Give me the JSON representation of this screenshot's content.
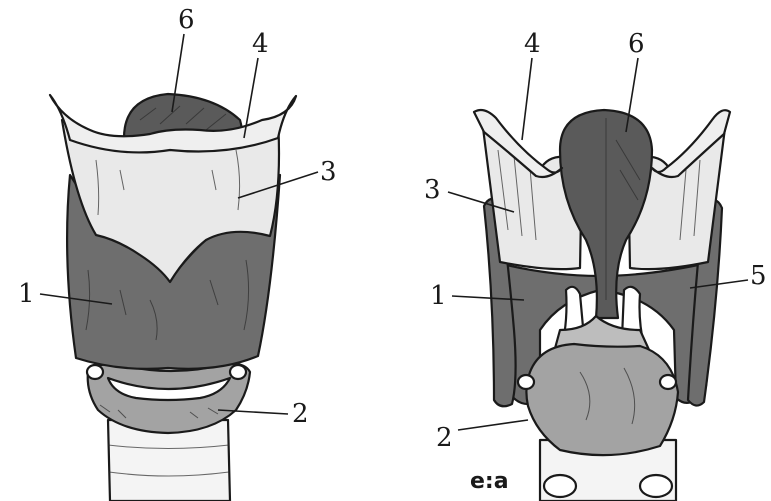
{
  "figure": {
    "colors": {
      "thyroid": "#6e6e6e",
      "cricoid": "#a3a3a3",
      "membrane": "#e9e9e9",
      "epiglottis": "#5a5a5a",
      "arytenoid": "#bdbdbd",
      "outline": "#1a1a1a",
      "trachea": "#f4f4f4"
    },
    "left_view": {
      "labels": [
        {
          "id": "6",
          "text": "6"
        },
        {
          "id": "4",
          "text": "4"
        },
        {
          "id": "3",
          "text": "3"
        },
        {
          "id": "1",
          "text": "1"
        },
        {
          "id": "2",
          "text": "2"
        }
      ]
    },
    "right_view": {
      "labels": [
        {
          "id": "4",
          "text": "4"
        },
        {
          "id": "6",
          "text": "6"
        },
        {
          "id": "3",
          "text": "3"
        },
        {
          "id": "5",
          "text": "5"
        },
        {
          "id": "1",
          "text": "1"
        },
        {
          "id": "2",
          "text": "2"
        }
      ]
    },
    "signature": "e:a"
  }
}
